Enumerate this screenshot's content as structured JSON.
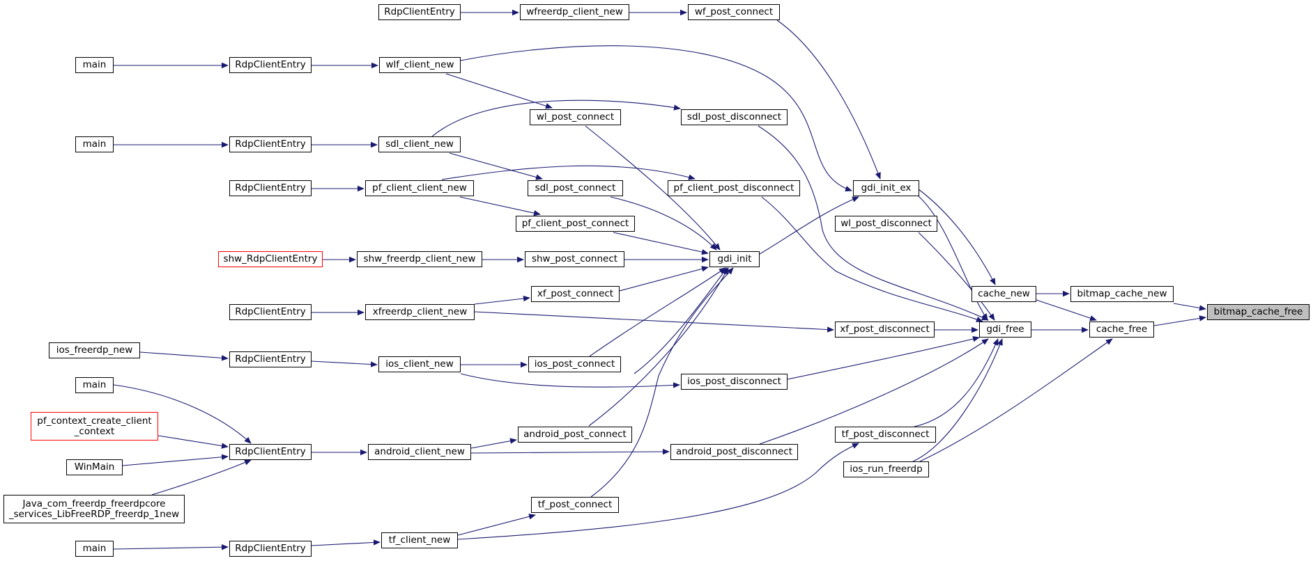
{
  "colors": {
    "edge": "#191970",
    "node_border": "#000000",
    "undocumented_border": "#ff0000",
    "root_fill": "#bfbfbf"
  },
  "nodes": {
    "bitmap_cache_free": {
      "label": "bitmap_cache_free",
      "root": true
    },
    "bitmap_cache_new": {
      "label": "bitmap_cache_new"
    },
    "cache_free": {
      "label": "cache_free"
    },
    "cache_new": {
      "label": "cache_new"
    },
    "gdi_free": {
      "label": "gdi_free"
    },
    "gdi_init_ex": {
      "label": "gdi_init_ex"
    },
    "gdi_init": {
      "label": "gdi_init"
    },
    "ios_run_freerdp": {
      "label": "ios_run_freerdp"
    },
    "wf_post_connect": {
      "label": "wf_post_connect"
    },
    "wl_post_disconnect": {
      "label": "wl_post_disconnect"
    },
    "sdl_post_disconnect": {
      "label": "sdl_post_disconnect"
    },
    "pf_client_post_disconnect": {
      "label": "pf_client_post_disconnect"
    },
    "xf_post_disconnect": {
      "label": "xf_post_disconnect"
    },
    "ios_post_disconnect": {
      "label": "ios_post_disconnect"
    },
    "android_post_disconnect": {
      "label": "android_post_disconnect"
    },
    "tf_post_disconnect": {
      "label": "tf_post_disconnect"
    },
    "wl_post_connect": {
      "label": "wl_post_connect"
    },
    "sdl_post_connect": {
      "label": "sdl_post_connect"
    },
    "pf_client_post_connect": {
      "label": "pf_client_post_connect"
    },
    "shw_post_connect": {
      "label": "shw_post_connect"
    },
    "xf_post_connect": {
      "label": "xf_post_connect"
    },
    "ios_post_connect": {
      "label": "ios_post_connect"
    },
    "android_post_connect": {
      "label": "android_post_connect"
    },
    "tf_post_connect": {
      "label": "tf_post_connect"
    },
    "wfreerdp_client_new": {
      "label": "wfreerdp_client_new"
    },
    "wlf_client_new": {
      "label": "wlf_client_new"
    },
    "sdl_client_new": {
      "label": "sdl_client_new"
    },
    "pf_client_client_new": {
      "label": "pf_client_client_new"
    },
    "shw_freerdp_client_new": {
      "label": "shw_freerdp_client_new"
    },
    "xfreerdp_client_new": {
      "label": "xfreerdp_client_new"
    },
    "ios_client_new": {
      "label": "ios_client_new"
    },
    "android_client_new": {
      "label": "android_client_new"
    },
    "tf_client_new": {
      "label": "tf_client_new"
    },
    "rce_wf": {
      "label": "RdpClientEntry"
    },
    "rce_wlf": {
      "label": "RdpClientEntry"
    },
    "rce_sdl": {
      "label": "RdpClientEntry"
    },
    "rce_pf": {
      "label": "RdpClientEntry"
    },
    "shw_RdpClientEntry": {
      "label": "shw_RdpClientEntry",
      "undocumented": true
    },
    "rce_xf": {
      "label": "RdpClientEntry"
    },
    "rce_ios": {
      "label": "RdpClientEntry"
    },
    "rce_android": {
      "label": "RdpClientEntry"
    },
    "rce_tf": {
      "label": "RdpClientEntry"
    },
    "main_wlf": {
      "label": "main"
    },
    "main_sdl": {
      "label": "main"
    },
    "ios_freerdp_new": {
      "label": "ios_freerdp_new"
    },
    "main_android": {
      "label": "main"
    },
    "pf_context_create_client_context": {
      "label": [
        "pf_context_create_client",
        "_context"
      ],
      "undocumented": true
    },
    "WinMain": {
      "label": "WinMain"
    },
    "java_freerdp_new": {
      "label": [
        "Java_com_freerdp_freerdpcore",
        "_services_LibFreeRDP_freerdp_1new"
      ]
    },
    "main_tf": {
      "label": "main"
    }
  }
}
